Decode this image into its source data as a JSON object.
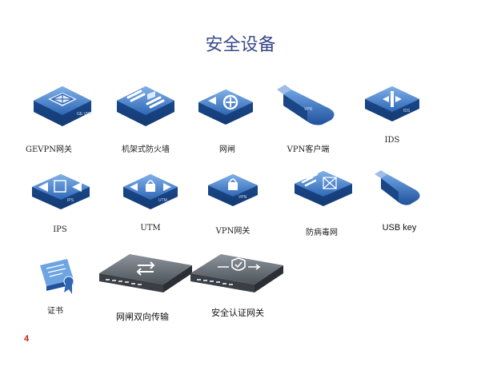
{
  "title": "安全设备",
  "page_number": "4",
  "devices": [
    {
      "label": "GEVPN网关",
      "icon": "gevpn-gateway-icon",
      "caption": "GE VPN"
    },
    {
      "label": "机架式防火墙",
      "icon": "rack-firewall-icon"
    },
    {
      "label": "网闸",
      "icon": "network-gatekeeper-icon"
    },
    {
      "label": "VPN客户端",
      "icon": "vpn-client-icon",
      "caption": "VPN"
    },
    {
      "label": "IDS",
      "icon": "ids-icon",
      "caption": "IDS"
    },
    {
      "label": "IPS",
      "icon": "ips-icon",
      "caption": "IPS"
    },
    {
      "label": "UTM",
      "icon": "utm-icon",
      "caption": "UTM"
    },
    {
      "label": "VPN网关",
      "icon": "vpn-gateway-icon",
      "caption": "VPN"
    },
    {
      "label": "防病毒网",
      "icon": "antivirus-gateway-icon"
    },
    {
      "label": "USB key",
      "icon": "usb-key-icon"
    },
    {
      "label": "证书",
      "icon": "certificate-icon"
    },
    {
      "label": "网闸双向传输",
      "icon": "gatekeeper-bidirectional-appliance-icon"
    },
    {
      "label": "安全认证网关",
      "icon": "security-auth-gateway-appliance-icon"
    }
  ],
  "colors": {
    "title": "#3a4a8a",
    "icon_blue": "#2f67b6",
    "page_number": "#d01818"
  }
}
